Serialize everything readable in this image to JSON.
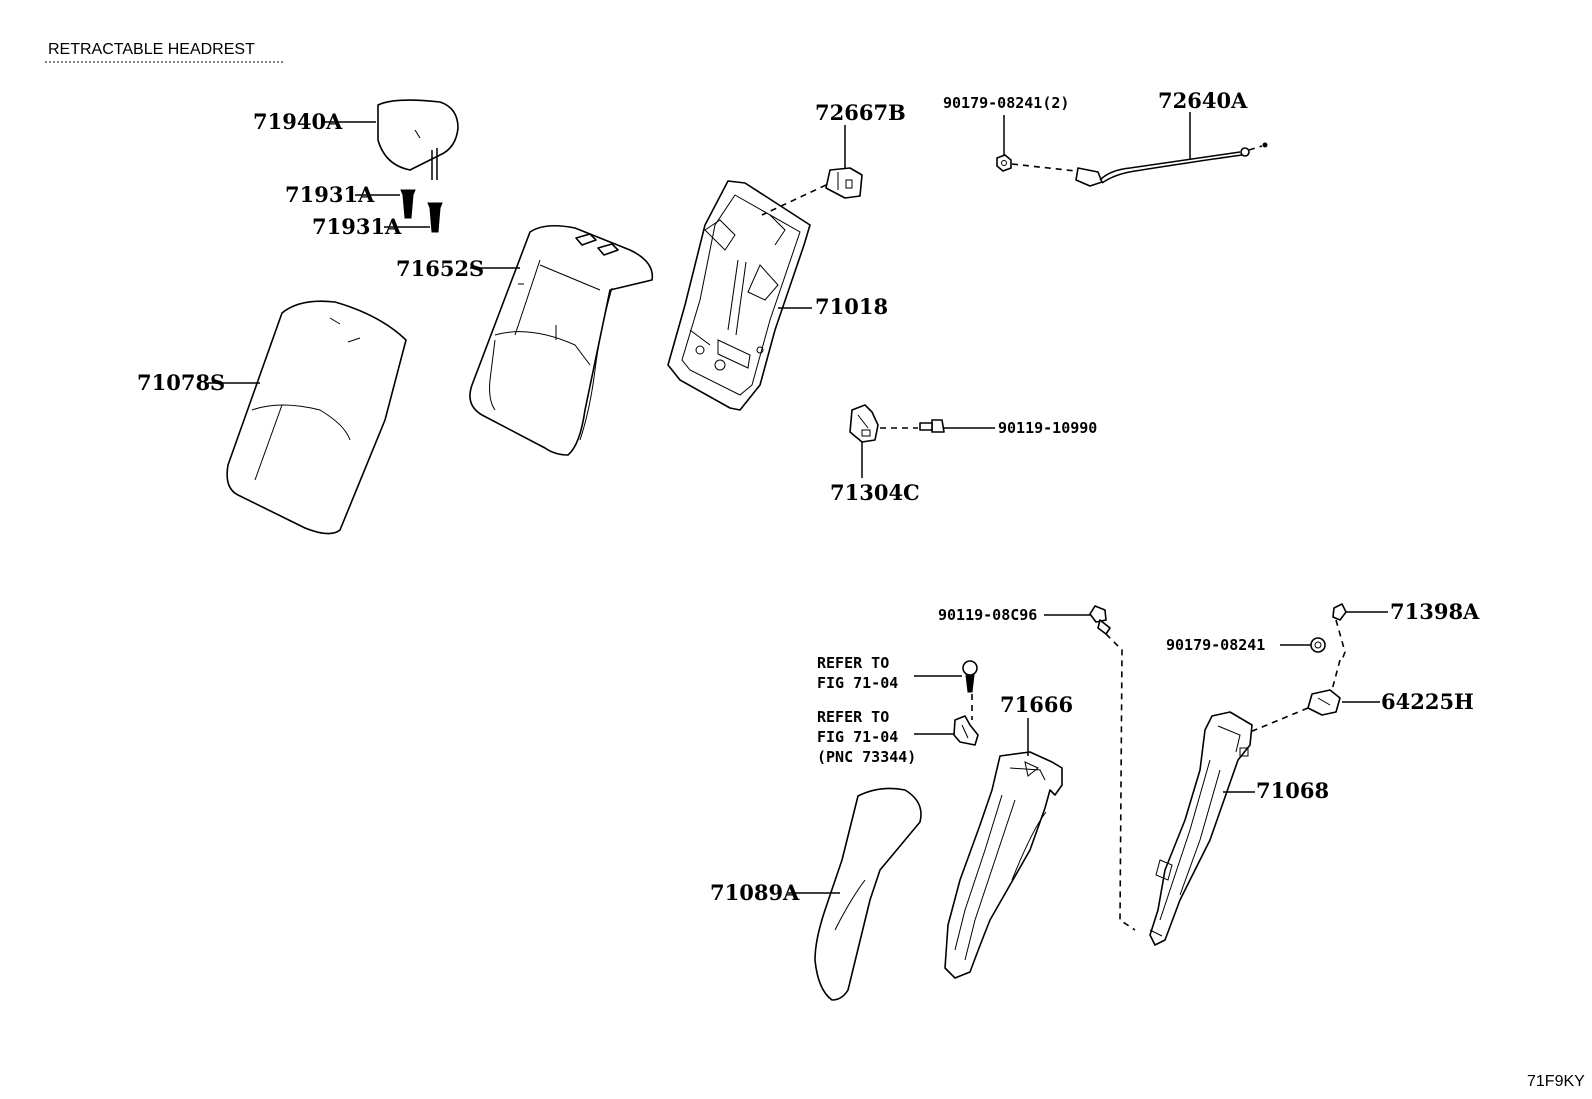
{
  "header": {
    "title": "RETRACTABLE HEADREST"
  },
  "footer": {
    "code": "71F9KY"
  },
  "labels": {
    "p71940A": "71940A",
    "p71931A_1": "71931A",
    "p71931A_2": "71931A",
    "p71652S": "71652S",
    "p71078S": "71078S",
    "p72667B": "72667B",
    "p71018": "71018",
    "p90179_2": "90179-08241(2)",
    "p72640A": "72640A",
    "p90119_10990": "90119-10990",
    "p71304C": "71304C",
    "p90119_08C96": "90119-08C96",
    "p71398A": "71398A",
    "p90179": "90179-08241",
    "p64225H": "64225H",
    "p71068": "71068",
    "p71666": "71666",
    "p71089A": "71089A",
    "refer1_line1": "REFER TO",
    "refer1_line2": "FIG 71-04",
    "refer2_line1": "REFER TO",
    "refer2_line2": "FIG 71-04",
    "refer2_line3": "(PNC 73344)"
  }
}
